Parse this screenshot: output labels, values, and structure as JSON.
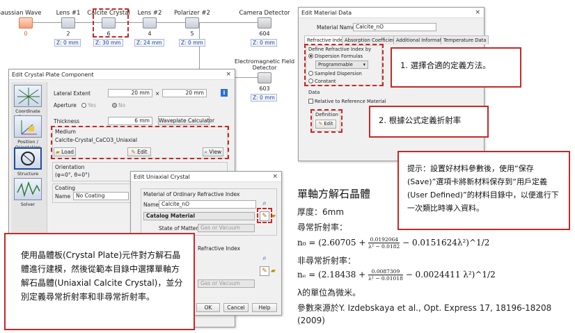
{
  "chain": {
    "nodes": [
      {
        "label": "Gaussian Wave",
        "num": "0",
        "z": ""
      },
      {
        "label": "Lens #1",
        "num": "2",
        "z": "Z: 0 mm"
      },
      {
        "label": "Calcite Crystal",
        "num": "6",
        "z": "Z: 30 mm"
      },
      {
        "label": "Lens #2",
        "num": "4",
        "z": "Z: 24 mm"
      },
      {
        "label": "Polarizer #2",
        "num": "5",
        "z": "Z: 0 mm"
      },
      {
        "label": "Camera Detector",
        "num": "604",
        "z": "Z: 0 mm"
      },
      {
        "label": "Electromagnetic Field Detector",
        "num": "603",
        "z": "Z: 0 mm"
      }
    ]
  },
  "crystal_dialog": {
    "title": "Edit Crystal Plate Component",
    "close": "×",
    "sidebar": [
      "Coordinate Systems",
      "Position / Orientation",
      "Structure",
      "Solver"
    ],
    "lateral_extent_label": "Lateral Extent",
    "lateral_x": "20 mm",
    "lateral_sep": "×",
    "lateral_y": "20 mm",
    "info_icon": "i",
    "aperture_label": "Aperture",
    "aperture_yes": "Yes",
    "aperture_no": "No",
    "thickness_label": "Thickness",
    "thickness_value": "6 mm",
    "waveplate_btn": "Waveplate Calculator",
    "medium_label": "Medium",
    "medium_value": "Calcite-Crystal_CaCO3_Uniaxial",
    "load_btn": "Load",
    "edit_btn": "Edit",
    "view_btn": "View",
    "orientation_label": "Orientation",
    "orientation_value": "(φ=0°, θ=0°)",
    "coating_label": "Coating",
    "coating_name_label": "Name",
    "coating_value": "No Coating"
  },
  "uniaxial_dialog": {
    "title": "Edit Uniaxial Crystal",
    "close": "×",
    "ordinary_label": "Material of Ordinary Refractive Index",
    "name_label": "Name",
    "name_value": "Calcite_nO",
    "catalog_label": "Catalog Material",
    "state_label": "State of Matter",
    "state_value": "Gas or Vacuum",
    "extra_label": "Refractive Index",
    "state2_value": "Gas or Vacuum",
    "ok_btn": "OK",
    "cancel_btn": "Cancel",
    "help_btn": "Help"
  },
  "material_dialog": {
    "title": "Edit Material Data",
    "close": "×",
    "name_label": "Material Name",
    "name_value": "Calcite_nO",
    "tabs": [
      "Refractive Index",
      "Absorption Coefficient",
      "Additional Information",
      "Temperature Data"
    ],
    "define_label": "Define Refractive Index by",
    "dispersion_formulas": "Dispersion Formulas",
    "programmable": "Programmable",
    "sampled": "Sampled Dispersion",
    "constant": "Constant",
    "data_label": "Data",
    "relative_label": "Relative to Reference Material",
    "definition_label": "Definition",
    "edit_btn": "Edit"
  },
  "callouts": {
    "step1": "1. 選擇合適的定義方法。",
    "step2": "2. 根據公式定義折射率",
    "tip": "提示：設置好材料參數後，使用“保存(Save)”選項卡將新材料保存到“用戶定義(User Defined)”的材料目錄中，以便進行下一次類比時導入資料。",
    "main": "使用晶體板(Crystal Plate)元件對方解石晶體進行建模，然後從範本目錄中選擇單軸方解石晶體(Uniaxial Calcite Crystal)，並分別定義尋常折射率和非尋常折射率。"
  },
  "info": {
    "heading": "單軸方解石晶體",
    "thickness": "厚度：6mm",
    "ordinary": "尋常折射率：",
    "extraordinary": "非尋常折射率：",
    "n0_lhs": "n₀ = (2.60705 + ",
    "n0_num": "0.0192064",
    "n0_den": "λ² − 0.0182",
    "n0_tail": " − 0.0151624λ²)^1/2",
    "ne_lhs": "nₑ = (2.18438 + ",
    "ne_num": "0.0087309",
    "ne_den": "λ² − 0.01018",
    "ne_tail": " − 0.0024411 λ²)^1/2",
    "unit": "λ的單位為微米。",
    "source": "參數來源於Y. Izdebskaya et al., Opt. Express 17, 18196-18208 (2009)"
  }
}
